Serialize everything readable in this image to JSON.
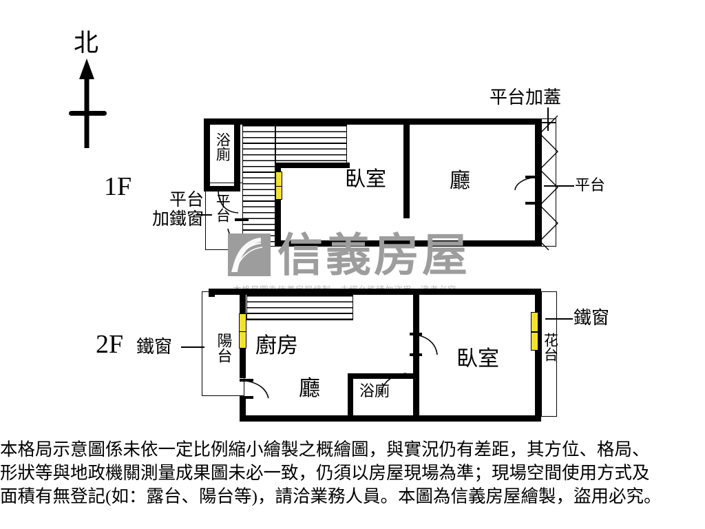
{
  "compass": {
    "label": "北",
    "icon": "north-arrow-icon"
  },
  "watermark": {
    "brand": "信義房屋",
    "logo_icon": "sinyi-logo-icon",
    "notice": "本格局圖為信義房屋繪製，未經允許請勿盜用，違者必究"
  },
  "floors": [
    {
      "id": "1F",
      "tag": "1F",
      "rooms": [
        {
          "name": "bathroom",
          "label": "浴廁"
        },
        {
          "name": "platform-inner",
          "label": "平台"
        },
        {
          "name": "bedroom",
          "label": "臥室"
        },
        {
          "name": "living-room",
          "label": "廳"
        }
      ],
      "callouts": [
        {
          "name": "platform-iron-window",
          "label": "平台\n加鐵窗",
          "line1": "平台",
          "line2": "加鐵窗"
        },
        {
          "name": "platform-roofed",
          "label": "平台加蓋"
        },
        {
          "name": "platform-right",
          "label": "平台"
        }
      ]
    },
    {
      "id": "2F",
      "tag": "2F",
      "rooms": [
        {
          "name": "balcony",
          "label": "陽台"
        },
        {
          "name": "kitchen",
          "label": "廚房"
        },
        {
          "name": "living-room",
          "label": "廳"
        },
        {
          "name": "bathroom",
          "label": "浴廁"
        },
        {
          "name": "bedroom",
          "label": "臥室"
        },
        {
          "name": "flower-bed",
          "label": "花台"
        }
      ],
      "callouts": [
        {
          "name": "iron-window-left",
          "label": "鐵窗"
        },
        {
          "name": "iron-window-right",
          "label": "鐵窗"
        }
      ]
    }
  ],
  "disclaimer": {
    "line1": "本格局示意圖係未依一定比例縮小繪製之概繪圖，與實況仍有差距，其方位、格局、",
    "line2": "形狀等與地政機關測量成果圖未必一致，仍須以房屋現場為準；現場空間使用方式及",
    "line3": "面積有無登記(如：露台、陽台等)，請洽業務人員。本圖為信義房屋繪製，盜用必究。"
  },
  "colors": {
    "wall": "#000000",
    "window": "#f2e230",
    "watermark": "#9d9d9d",
    "background": "#ffffff"
  }
}
